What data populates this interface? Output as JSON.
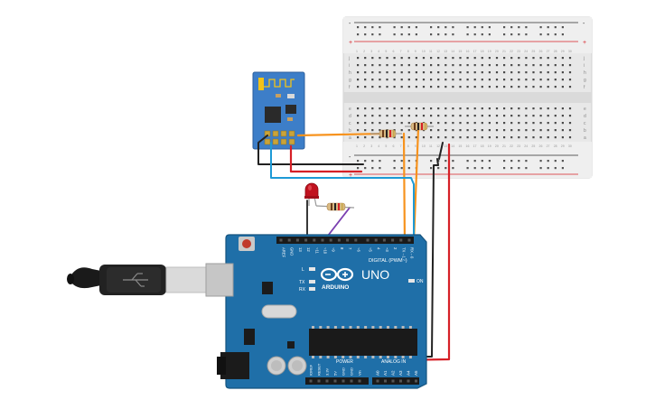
{
  "arduino": {
    "model": "UNO",
    "brand": "ARDUINO",
    "digital_header": "DIGITAL (PWM~)",
    "analog_header": "ANALOG IN",
    "power_header": "POWER",
    "on_label": "ON",
    "tx_label": "TX",
    "rx_label": "RX",
    "l_label": "L",
    "digital_pins": [
      "AREF",
      "GND",
      "13",
      "12",
      "~11",
      "~10",
      "~9",
      "8",
      "7",
      "~6",
      "~5",
      "4",
      "~3",
      "2",
      "TX→1",
      "RX←0"
    ],
    "power_pins": [
      "IOREF",
      "RESET",
      "3.3V",
      "5V",
      "GND",
      "GND",
      "Vin"
    ],
    "analog_pins": [
      "A0",
      "A1",
      "A2",
      "A3",
      "A4",
      "A5"
    ]
  },
  "breadboard": {
    "row_letters_top": [
      "j",
      "i",
      "h",
      "g",
      "f"
    ],
    "row_letters_bottom": [
      "e",
      "d",
      "c",
      "b",
      "a"
    ],
    "plus_label": "+",
    "minus_label": "-",
    "column_numbers": [
      "1",
      "2",
      "3",
      "4",
      "5",
      "6",
      "7",
      "8",
      "9",
      "10",
      "11",
      "12",
      "13",
      "14",
      "15",
      "16",
      "17",
      "18",
      "19",
      "20",
      "21",
      "22",
      "23",
      "24",
      "25",
      "26",
      "27",
      "28",
      "29",
      "30"
    ]
  },
  "colors": {
    "board_blue": "#1f6fa8",
    "board_edge": "#16557f",
    "esp_blue": "#3d7ec8",
    "wire_orange": "#f7931e",
    "wire_red": "#d62027",
    "wire_black": "#222222",
    "wire_cyan": "#1d9ad6",
    "wire_purple": "#7a3fb0",
    "breadboard": "#e9e9e9",
    "led_red": "#c1121f"
  }
}
